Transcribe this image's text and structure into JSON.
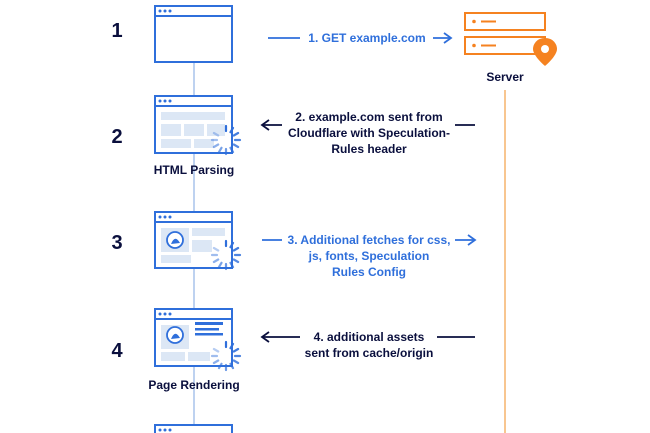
{
  "steps": [
    {
      "number": "1",
      "label": "",
      "message": "1.  GET example.com"
    },
    {
      "number": "2",
      "label": "HTML Parsing",
      "message_lines": [
        "2. example.com sent from",
        "Cloudflare with Speculation-",
        "Rules header"
      ]
    },
    {
      "number": "3",
      "label": "",
      "message_lines": [
        "3.  Additional fetches for css,",
        "js, fonts, Speculation",
        "Rules Config"
      ]
    },
    {
      "number": "4",
      "label": "Page Rendering",
      "message_lines": [
        "4. additional assets",
        "sent from cache/origin"
      ]
    }
  ],
  "server": {
    "label": "Server"
  },
  "colors": {
    "browser_blue": "#2f6fdb",
    "light_fill": "#dce7f5",
    "navy": "#0a0f3d",
    "server_orange": "#f58220",
    "timeline_blue": "#a9c4ec"
  },
  "icons": [
    "browser-window-icon",
    "loading-spinner-icon",
    "server-rack-icon",
    "location-pin-icon",
    "image-placeholder-icon"
  ]
}
